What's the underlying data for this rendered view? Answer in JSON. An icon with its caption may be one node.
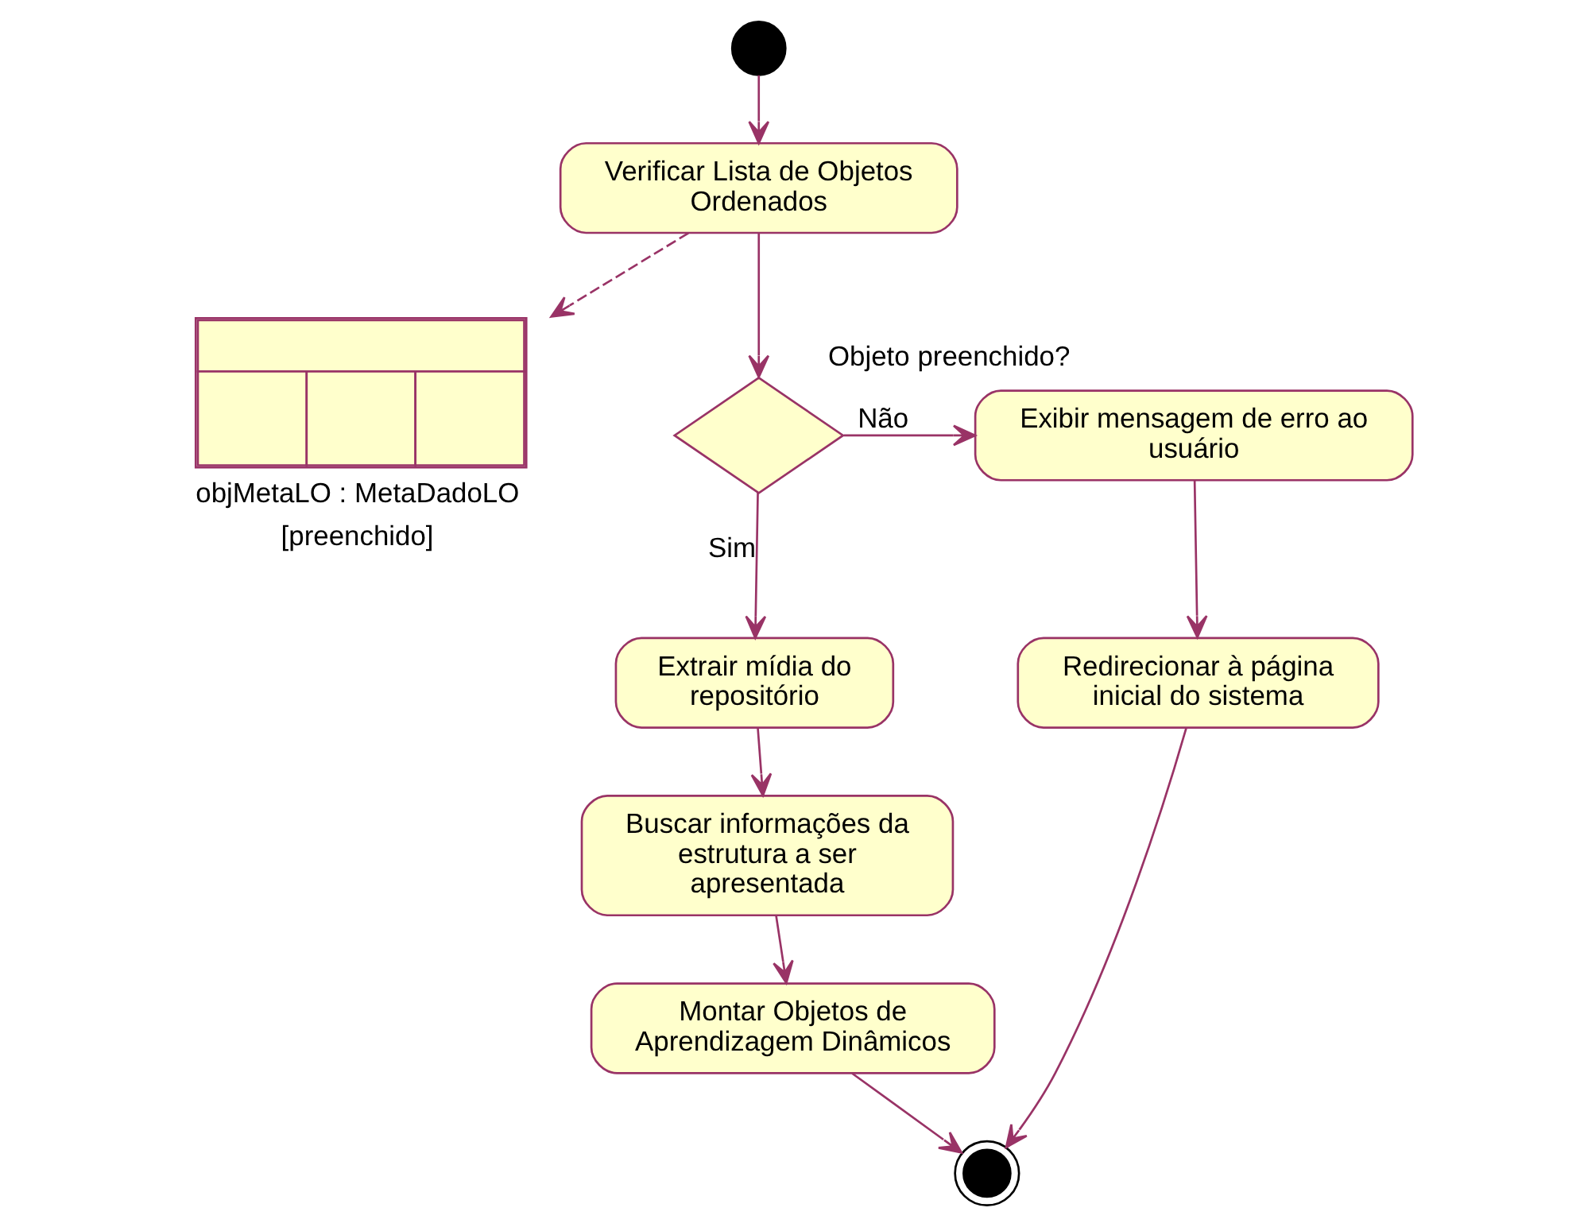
{
  "diagram": {
    "nodes": [
      {
        "text": [],
        "shape": "circle"
      },
      {
        "text": [
          "Verificar Lista de Objetos Ordenados"
        ]
      },
      {
        "text": [
          "objMetaLO : MetaDadoLO",
          "[preenchido]"
        ]
      },
      {
        "text": [],
        "shape": "diamond",
        "beside": [
          "Objeto preenchido?"
        ]
      },
      {
        "text": [
          "Extrair mídia do repositório"
        ]
      },
      {
        "text": [
          "Buscar informações da estrutura a ser apresentada"
        ]
      },
      {
        "text": [
          "Montar Objetos de Aprendizagem Dinâmicos"
        ]
      },
      {
        "text": [
          "Exibir mensagem de erro ao usuário"
        ]
      },
      {
        "text": [
          "Redirecionar à página inicial do sistema"
        ]
      },
      {
        "text": [],
        "shape": "bullseye"
      }
    ],
    "edges": [
      {
        "from": 0,
        "to": 1,
        "arrow": "to"
      },
      {
        "from": 1,
        "to": 2,
        "arrow": "to",
        "style": "dashed"
      },
      {
        "from": 1,
        "to": 3,
        "arrow": "to"
      },
      {
        "from": 3,
        "to": 7,
        "arrow": "to",
        "label": "Não"
      },
      {
        "from": 3,
        "to": 4,
        "arrow": "to",
        "label": "Sim"
      },
      {
        "from": 4,
        "to": 5,
        "arrow": "to"
      },
      {
        "from": 5,
        "to": 6,
        "arrow": "to"
      },
      {
        "from": 6,
        "to": 9,
        "arrow": "to"
      },
      {
        "from": 7,
        "to": 8,
        "arrow": "to"
      },
      {
        "from": 8,
        "to": 9,
        "arrow": "to"
      }
    ]
  }
}
